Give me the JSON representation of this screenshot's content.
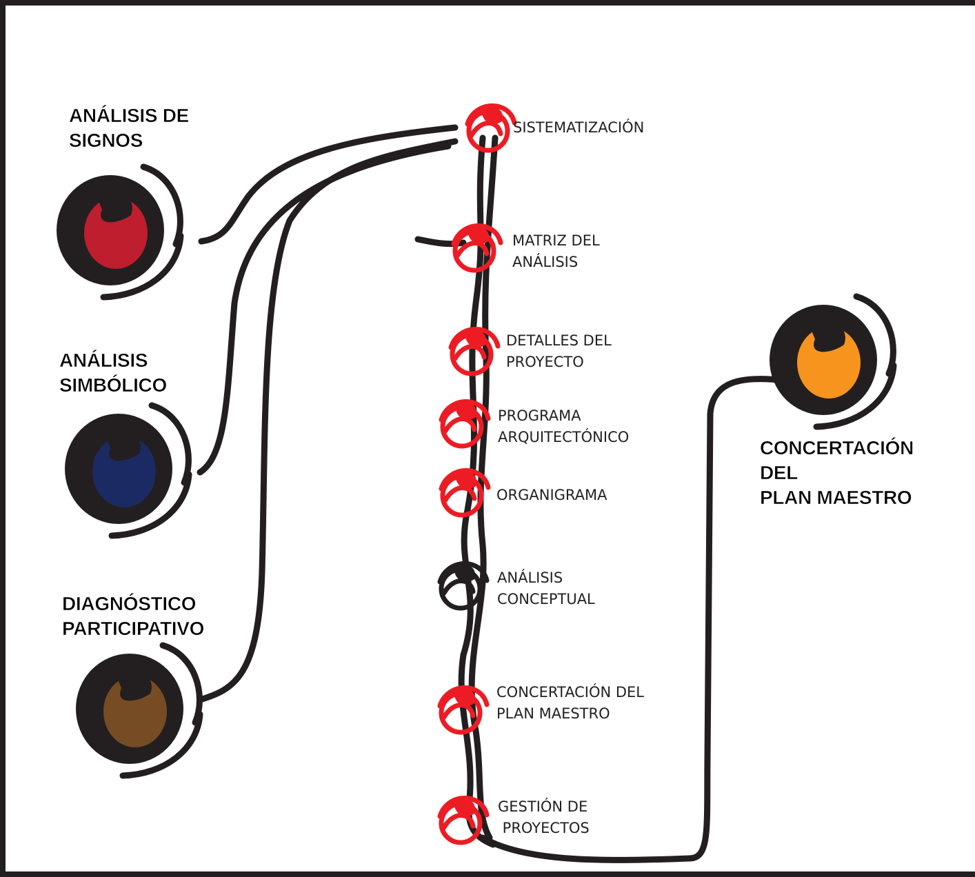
{
  "colors": {
    "line": "#231f20",
    "knot_red": "#ed1c24",
    "node_red": "#be1e2d",
    "node_blue": "#1b2a63",
    "node_brown": "#754c24",
    "node_orange": "#f7941d"
  },
  "inputs": [
    {
      "id": "signos",
      "label": "ANÁLISIS DE\nSIGNOS",
      "color": "#be1e2d"
    },
    {
      "id": "simbolico",
      "label": "ANÁLISIS\nSIMBÓLICO",
      "color": "#1b2a63"
    },
    {
      "id": "diagnostico",
      "label": "DIAGNÓSTICO\nPARTICIPATIVO",
      "color": "#754c24"
    }
  ],
  "steps": [
    {
      "label": "SISTEMATIZACIÓN",
      "knot": "red"
    },
    {
      "label": "MATRIZ DEL\nANÁLISIS",
      "knot": "red"
    },
    {
      "label": "DETALLES DEL\nPROYECTO",
      "knot": "red"
    },
    {
      "label": "PROGRAMA\nARQUITECTÓNICO",
      "knot": "red"
    },
    {
      "label": "ORGANIGRAMA",
      "knot": "red"
    },
    {
      "label": "ANÁLISIS\nCONCEPTUAL",
      "knot": "black"
    },
    {
      "label": "CONCERTACIÓN DEL\nPLAN MAESTRO",
      "knot": "red"
    },
    {
      "label": "GESTIÓN DE\n PROYECTOS",
      "knot": "red"
    }
  ],
  "output": {
    "label": "CONCERTACIÓN\nDEL\nPLAN MAESTRO",
    "color": "#f7941d"
  }
}
